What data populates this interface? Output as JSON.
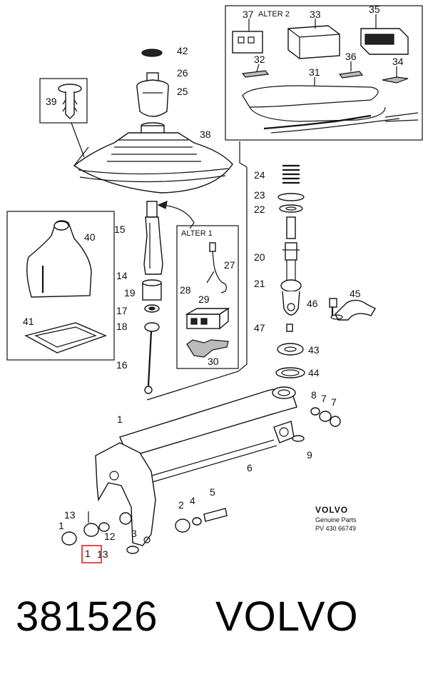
{
  "callouts": {
    "c1": "1",
    "c1b": "1",
    "c1c": "1",
    "c2": "2",
    "c3": "3",
    "c4": "4",
    "c5": "5",
    "c6": "6",
    "c7a": "7",
    "c7b": "7",
    "c8": "8",
    "c9": "9",
    "c12": "12",
    "c13a": "13",
    "c13b": "13",
    "c14": "14",
    "c15": "15",
    "c16": "16",
    "c17": "17",
    "c18": "18",
    "c19": "19",
    "c20": "20",
    "c21": "21",
    "c22": "22",
    "c23": "23",
    "c24": "24",
    "c25": "25",
    "c26": "26",
    "c27": "27",
    "c28": "28",
    "c29": "29",
    "c30": "30",
    "c31": "31",
    "c32": "32",
    "c33": "33",
    "c34": "34",
    "c35": "35",
    "c36": "36",
    "c37": "37",
    "c38": "38",
    "c39": "39",
    "c40": "40",
    "c41": "41",
    "c42": "42",
    "c43": "43",
    "c44": "44",
    "c45": "45",
    "c46": "46",
    "c47": "47"
  },
  "boxes": {
    "alter2": "ALTER 2",
    "alter1": "ALTER 1"
  },
  "stamp": {
    "brand": "VOLVO",
    "sub": "Genuine Parts",
    "code": "PV 430 66749"
  },
  "highlight_color": "#e0201c",
  "footer": {
    "part_number": "381526",
    "make": "VOLVO"
  }
}
